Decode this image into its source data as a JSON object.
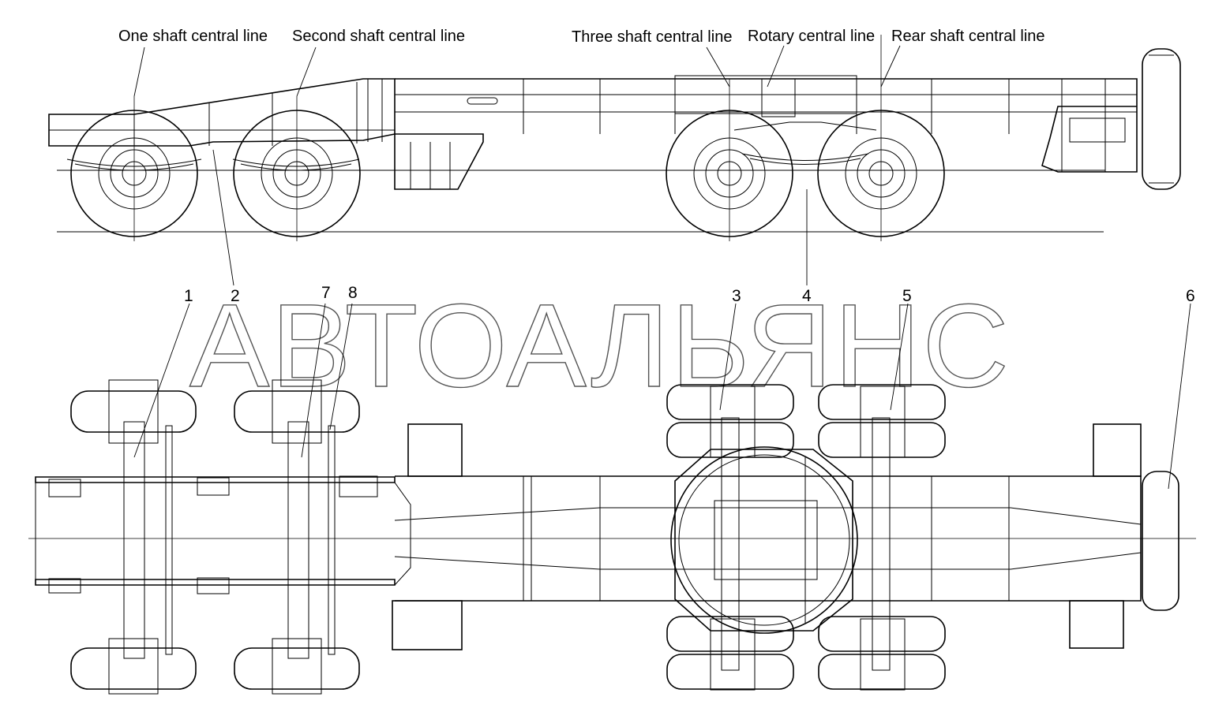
{
  "watermark": "АВТОАЛЬЯНС",
  "side_view_labels": [
    {
      "id": "one-shaft",
      "text": "One shaft central line"
    },
    {
      "id": "second-shaft",
      "text": "Second shaft central line"
    },
    {
      "id": "three-shaft",
      "text": "Three shaft central line"
    },
    {
      "id": "rotary",
      "text": "Rotary central line"
    },
    {
      "id": "rear-shaft",
      "text": "Rear shaft central line"
    }
  ],
  "callouts": [
    "1",
    "2",
    "3",
    "4",
    "5",
    "6",
    "7",
    "8"
  ],
  "colors": {
    "line": "#000000",
    "watermark": "#555555",
    "background": "#ffffff"
  }
}
